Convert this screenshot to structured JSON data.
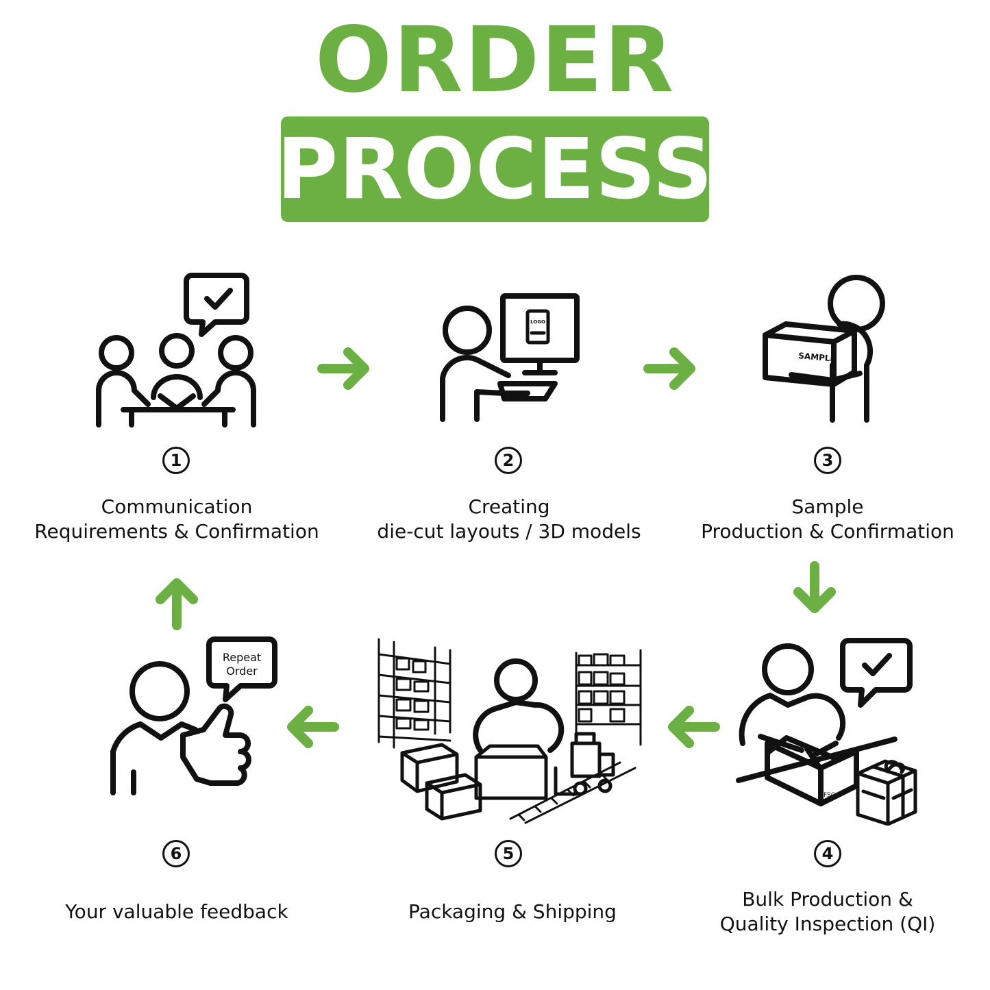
{
  "header": {
    "line1": "ORDER",
    "line2": "PROCESS"
  },
  "colors": {
    "accent": "#6cb043",
    "ink": "#111111"
  },
  "steps": [
    {
      "number": "1",
      "line1": "Communication",
      "line2": "Requirements & Confirmation"
    },
    {
      "number": "2",
      "line1": "Creating",
      "line2": "die-cut layouts / 3D models",
      "screen_text": "LOGO"
    },
    {
      "number": "3",
      "line1": "Sample",
      "line2": "Production & Confirmation",
      "box_text": "SAMPLE"
    },
    {
      "number": "4",
      "line1": "Bulk Production &",
      "line2": "Quality Inspection (QI)",
      "box_text": "FSC"
    },
    {
      "number": "5",
      "line1": "Packaging & Shipping"
    },
    {
      "number": "6",
      "line1": "Your valuable feedback",
      "bubble_line1": "Repeat",
      "bubble_line2": "Order"
    }
  ]
}
